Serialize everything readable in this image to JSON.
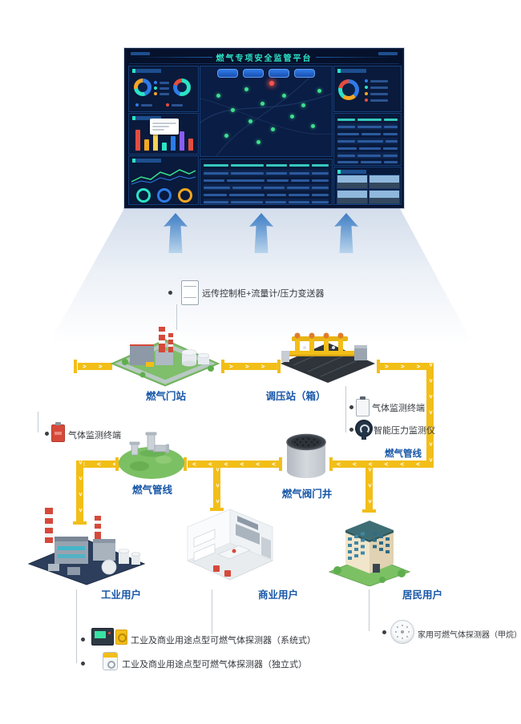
{
  "colors": {
    "pipe": "#F2BE18",
    "label_blue": "#1857A8",
    "screen_bg": "#06112B",
    "screen_accent": "#2BE3C4"
  },
  "screen": {
    "title": "燃气专项安全监管平台"
  },
  "nodes": {
    "gate_station": {
      "label": "燃气门站"
    },
    "regulator": {
      "label": "调压站（箱）"
    },
    "pipeline": {
      "label": "燃气管线"
    },
    "valve_well": {
      "label": "燃气阀门井"
    },
    "pipeline_right": {
      "label": "燃气管线"
    },
    "industrial": {
      "label": "工业用户"
    },
    "commercial": {
      "label": "商业用户"
    },
    "residential": {
      "label": "居民用户"
    }
  },
  "annotations": {
    "remote_cabinet": {
      "text": "远传控制柜+流量计/压力变送器"
    },
    "gas_terminal_right": {
      "text": "气体监测终端"
    },
    "pressure_monitor": {
      "text": "智能压力监测仪"
    },
    "gas_terminal_left": {
      "text": "气体监测终端"
    },
    "detector_system": {
      "text": "工业及商业用途点型可燃气体探测器（系统式）"
    },
    "detector_standalone": {
      "text": "工业及商业用途点型可燃气体探测器（独立式）"
    },
    "detector_home": {
      "text": "家用可燃气体探测器（甲烷）"
    }
  }
}
